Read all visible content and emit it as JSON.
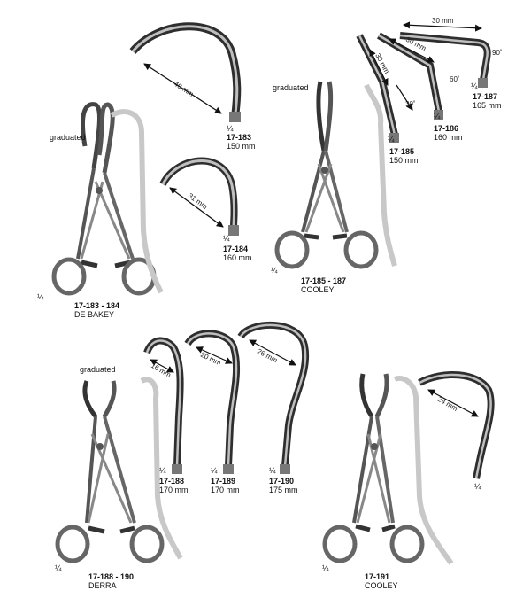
{
  "groups": [
    {
      "id": "de-bakey",
      "graduated": "graduated",
      "scale": "¼",
      "codes": "17-183 - 184",
      "name": "DE BAKEY",
      "jaws": [
        {
          "code": "17-183",
          "length": "150 mm",
          "jaw_width": "40 mm",
          "scale": "¼"
        },
        {
          "code": "17-184",
          "length": "160 mm",
          "jaw_width": "31 mm",
          "scale": "¼"
        }
      ]
    },
    {
      "id": "cooley-185",
      "graduated": "graduated",
      "scale": "¼",
      "codes": "17-185 - 187",
      "name": "COOLEY",
      "jaws": [
        {
          "code": "17-185",
          "length": "150 mm",
          "jaw_width": "30 mm",
          "angle": "30˚",
          "scale": "¼"
        },
        {
          "code": "17-186",
          "length": "160 mm",
          "jaw_width": "30 mm",
          "angle": "60˚",
          "scale": "¼"
        },
        {
          "code": "17-187",
          "length": "165 mm",
          "jaw_width": "30 mm",
          "angle": "90˚",
          "scale": "¼"
        }
      ]
    },
    {
      "id": "derra",
      "graduated": "graduated",
      "scale": "¼",
      "codes": "17-188 - 190",
      "name": "DERRA",
      "jaws": [
        {
          "code": "17-188",
          "length": "170 mm",
          "jaw_width": "16 mm",
          "scale": "¼"
        },
        {
          "code": "17-189",
          "length": "170 mm",
          "jaw_width": "20 mm",
          "scale": "¼"
        },
        {
          "code": "17-190",
          "length": "175 mm",
          "jaw_width": "26 mm",
          "scale": "¼"
        }
      ]
    },
    {
      "id": "cooley-191",
      "scale": "¼",
      "codes": "17-191",
      "name": "COOLEY",
      "jaws": [
        {
          "code": "17-191",
          "jaw_width": "24 mm",
          "scale": "¼"
        }
      ]
    }
  ],
  "colors": {
    "steel": "#8a8a8a",
    "steel_dark": "#3e3e3e",
    "steel_light": "#d4d4d4",
    "background": "#ffffff"
  }
}
